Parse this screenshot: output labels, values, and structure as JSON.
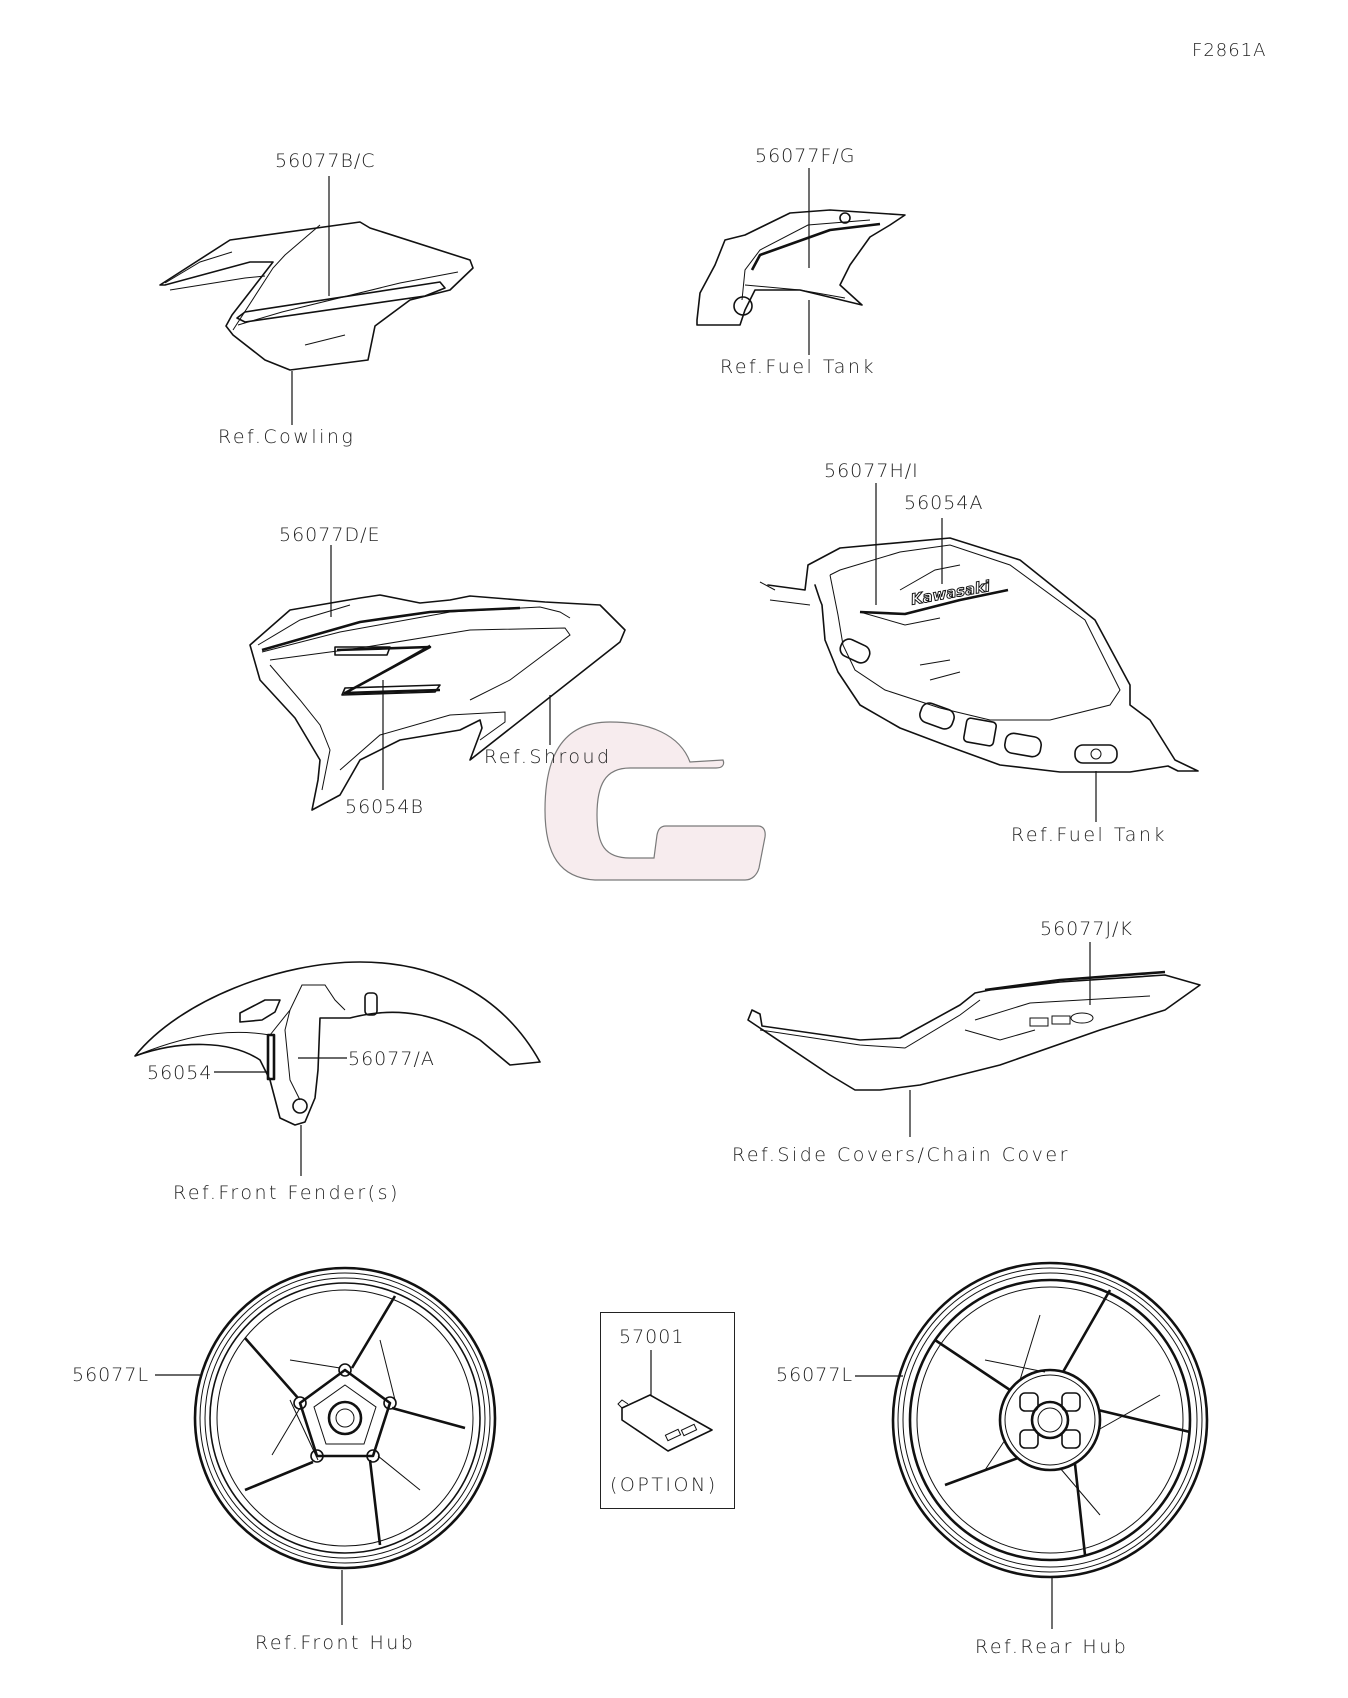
{
  "diagram": {
    "figure_id": "F2861A",
    "watermark": {
      "glyph": "G",
      "fill": "#f7ecee",
      "stroke": "#777777"
    },
    "groups": [
      {
        "id": "cowling",
        "part_labels": [
          "56077B/C"
        ],
        "reference": "Ref.Cowling"
      },
      {
        "id": "fuel-tank-cover",
        "part_labels": [
          "56077F/G"
        ],
        "reference": "Ref.Fuel Tank"
      },
      {
        "id": "shroud",
        "part_labels": [
          "56077D/E",
          "56054B"
        ],
        "reference": "Ref.Shroud"
      },
      {
        "id": "fuel-tank",
        "part_labels": [
          "56077H/I",
          "56054A"
        ],
        "reference": "Ref.Fuel Tank",
        "logo_text": "Kawasaki"
      },
      {
        "id": "front-fender",
        "part_labels": [
          "56054",
          "56077/A"
        ],
        "reference": "Ref.Front Fender(s)"
      },
      {
        "id": "side-covers",
        "part_labels": [
          "56077J/K"
        ],
        "reference": "Ref.Side Covers/Chain Cover"
      },
      {
        "id": "front-wheel",
        "part_labels": [
          "56077L"
        ],
        "reference": "Ref.Front Hub"
      },
      {
        "id": "option-card",
        "part_labels": [
          "57001"
        ],
        "reference": "(OPTION)"
      },
      {
        "id": "rear-wheel",
        "part_labels": [
          "56077L"
        ],
        "reference": "Ref.Rear Hub"
      }
    ]
  }
}
